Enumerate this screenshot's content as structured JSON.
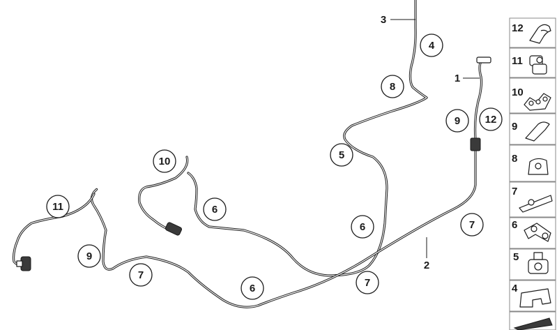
{
  "callouts": [
    {
      "label": "4"
    },
    {
      "label": "8"
    },
    {
      "label": "5"
    },
    {
      "label": "9"
    },
    {
      "label": "12"
    },
    {
      "label": "10"
    },
    {
      "label": "6"
    },
    {
      "label": "11"
    },
    {
      "label": "6"
    },
    {
      "label": "7"
    },
    {
      "label": "9"
    },
    {
      "label": "7"
    },
    {
      "label": "6"
    },
    {
      "label": "7"
    }
  ],
  "plain_labels": [
    {
      "label": "3"
    },
    {
      "label": "1"
    },
    {
      "label": "2"
    }
  ],
  "legend": [
    {
      "label": "12",
      "icon": "hose-clip-double-icon"
    },
    {
      "label": "11",
      "icon": "hose-clip-stacked-icon"
    },
    {
      "label": "10",
      "icon": "triple-clip-icon"
    },
    {
      "label": "9",
      "icon": "pipe-clip-icon"
    },
    {
      "label": "8",
      "icon": "block-clamp-icon"
    },
    {
      "label": "7",
      "icon": "bracket-clip-icon"
    },
    {
      "label": "6",
      "icon": "double-clip-icon"
    },
    {
      "label": "5",
      "icon": "screw-clamp-icon"
    },
    {
      "label": "4",
      "icon": "saddle-clip-icon"
    },
    {
      "label": "",
      "icon": "flat-clip-icon"
    }
  ]
}
